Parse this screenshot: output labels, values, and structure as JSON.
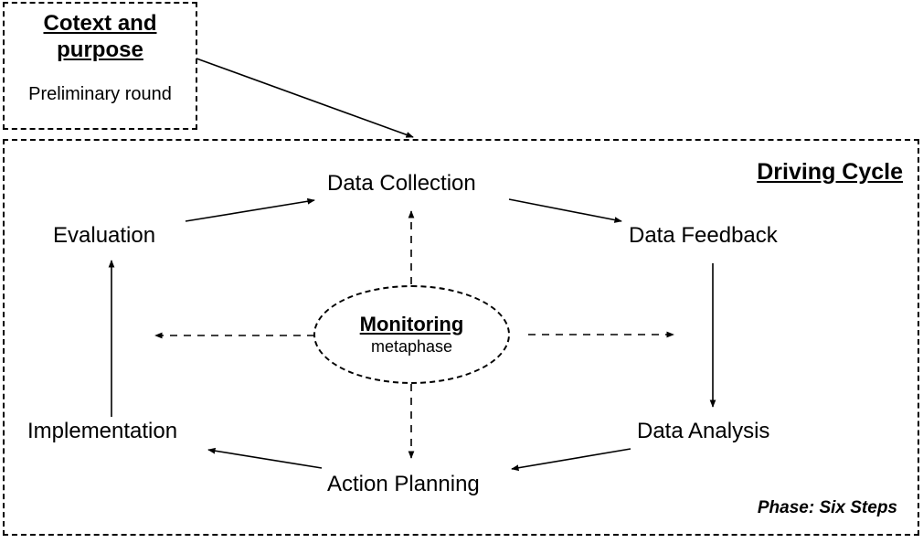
{
  "diagram": {
    "context_box": {
      "title": "Cotext and\npurpose",
      "subtitle": "Preliminary round"
    },
    "driving_cycle": {
      "title": "Driving Cycle",
      "phase_label": "Phase: Six Steps",
      "center": {
        "title": "Monitoring",
        "subtitle": "metaphase"
      },
      "steps": [
        {
          "id": "data-collection",
          "label": "Data Collection"
        },
        {
          "id": "data-feedback",
          "label": "Data Feedback"
        },
        {
          "id": "data-analysis",
          "label": "Data Analysis"
        },
        {
          "id": "action-planning",
          "label": "Action Planning"
        },
        {
          "id": "implementation",
          "label": "Implementation"
        },
        {
          "id": "evaluation",
          "label": "Evaluation"
        }
      ],
      "connections": [
        {
          "from": "context-box",
          "to": "driving-cycle-box",
          "style": "solid"
        },
        {
          "from": "evaluation",
          "to": "data-collection",
          "style": "solid"
        },
        {
          "from": "data-collection",
          "to": "data-feedback",
          "style": "solid"
        },
        {
          "from": "data-feedback",
          "to": "data-analysis",
          "style": "solid"
        },
        {
          "from": "data-analysis",
          "to": "action-planning",
          "style": "solid"
        },
        {
          "from": "action-planning",
          "to": "implementation",
          "style": "solid"
        },
        {
          "from": "implementation",
          "to": "evaluation",
          "style": "solid"
        },
        {
          "from": "monitoring",
          "to": "data-collection",
          "style": "dashed"
        },
        {
          "from": "monitoring",
          "to": "data-feedback",
          "style": "dashed"
        },
        {
          "from": "monitoring",
          "to": "action-planning",
          "style": "dashed"
        },
        {
          "from": "monitoring",
          "to": "evaluation",
          "style": "dashed"
        }
      ]
    },
    "colors": {
      "stroke": "#000000",
      "background": "#ffffff"
    }
  }
}
